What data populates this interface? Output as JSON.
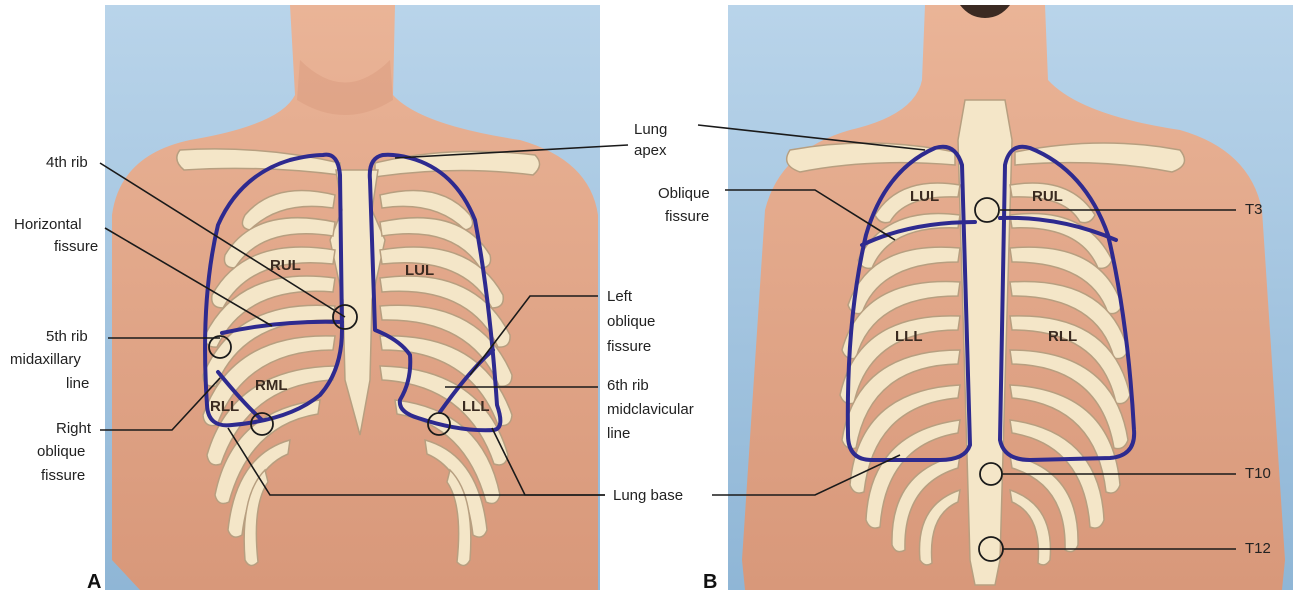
{
  "panels": {
    "anterior": {
      "letter": "A",
      "lobes": [
        "RUL",
        "LUL",
        "RML",
        "RLL",
        "LLL"
      ],
      "labels": {
        "fourth_rib": "4th rib",
        "horizontal_fissure": [
          "Horizontal",
          "fissure"
        ],
        "fifth_rib": [
          "5th rib",
          "midaxillary",
          "line"
        ],
        "right_oblique": [
          "Right",
          "oblique",
          "fissure"
        ],
        "lung_apex": [
          "Lung",
          "apex"
        ],
        "left_oblique": [
          "Left",
          "oblique",
          "fissure"
        ],
        "sixth_rib": [
          "6th rib",
          "midclavicular",
          "line"
        ],
        "lung_base": "Lung base"
      }
    },
    "posterior": {
      "letter": "B",
      "lobes": [
        "LUL",
        "RUL",
        "LLL",
        "RLL"
      ],
      "labels": {
        "oblique_fissure": [
          "Oblique",
          "fissure"
        ],
        "t3": "T3",
        "t10": "T10",
        "t12": "T12"
      }
    }
  },
  "colors": {
    "background_blue": "#9ec3e0",
    "skin": "#e3a889",
    "bone": "#f4e6c8",
    "lung_outline": "#2e2a8f"
  }
}
